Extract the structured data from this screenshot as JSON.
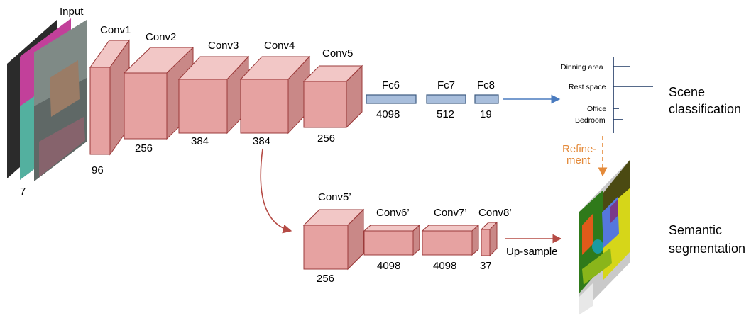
{
  "input": {
    "label": "Input",
    "count": "7"
  },
  "backbone": [
    {
      "name": "Conv1",
      "size": "96"
    },
    {
      "name": "Conv2",
      "size": "256"
    },
    {
      "name": "Conv3",
      "size": "384"
    },
    {
      "name": "Conv4",
      "size": "384"
    },
    {
      "name": "Conv5",
      "size": "256"
    }
  ],
  "fc": [
    {
      "name": "Fc6",
      "size": "4098"
    },
    {
      "name": "Fc7",
      "size": "512"
    },
    {
      "name": "Fc8",
      "size": "19"
    }
  ],
  "seg_branch": [
    {
      "name": "Conv5’",
      "size": "256"
    },
    {
      "name": "Conv6’",
      "size": "4098"
    },
    {
      "name": "Conv7’",
      "size": "4098"
    },
    {
      "name": "Conv8’",
      "size": "37"
    }
  ],
  "upsample_label": "Up-sample",
  "scene_classes": [
    "Dinning area",
    "Rest space",
    "Office",
    "Bedroom"
  ],
  "refinement": [
    "Refine-",
    "ment"
  ],
  "outputs": {
    "scene": [
      "Scene",
      "classification"
    ],
    "segmentation": [
      "Semantic",
      "segmentation"
    ]
  },
  "colors": {
    "block_front": "#E6A2A1",
    "block_top": "#F2C7C6",
    "block_side": "#C98887",
    "block_edge": "#9B3A3A",
    "fc_fill": "#A8BEDC",
    "fc_edge": "#3D5A80",
    "blue_arrow": "#4A7BBF",
    "red_arrow": "#B54B45",
    "refine": "#E48A3A",
    "tree": "#1F3864"
  }
}
